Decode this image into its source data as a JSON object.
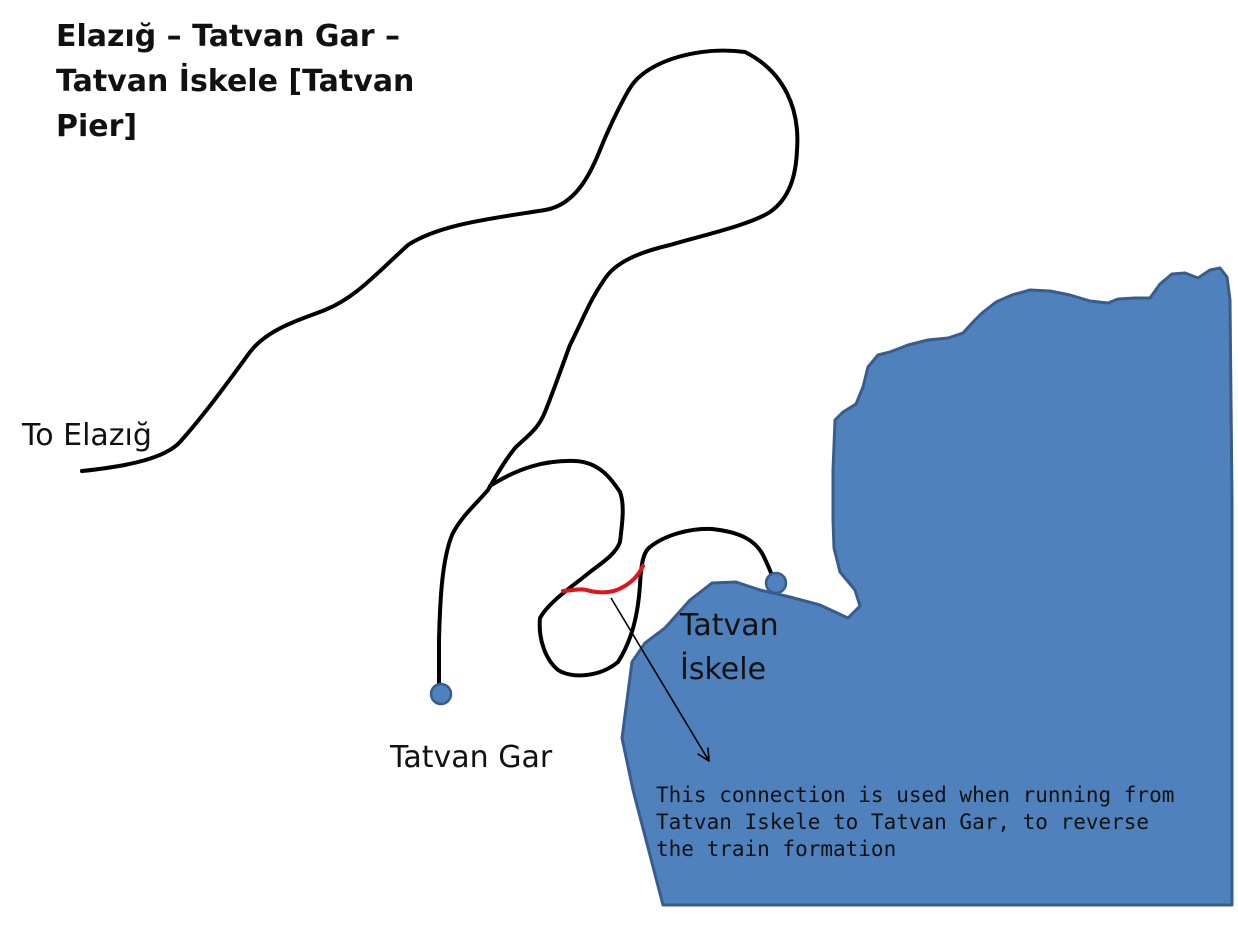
{
  "diagram": {
    "title": "Elazığ – Tatvan Gar – Tatvan İskele [Tatvan Pier]",
    "labels": {
      "to_elazig": "To Elazığ",
      "tatvan_gar": "Tatvan Gar",
      "tatvan_iskele": "Tatvan İskele"
    },
    "annotation": "This connection is used when running from Tatvan Iskele to Tatvan Gar, to reverse the train formation",
    "colors": {
      "track": "#000000",
      "reversing_connection": "#e0141c",
      "water": "#4f81bd",
      "water_outline": "#385d8a",
      "station_marker": "#4f81bd"
    }
  }
}
